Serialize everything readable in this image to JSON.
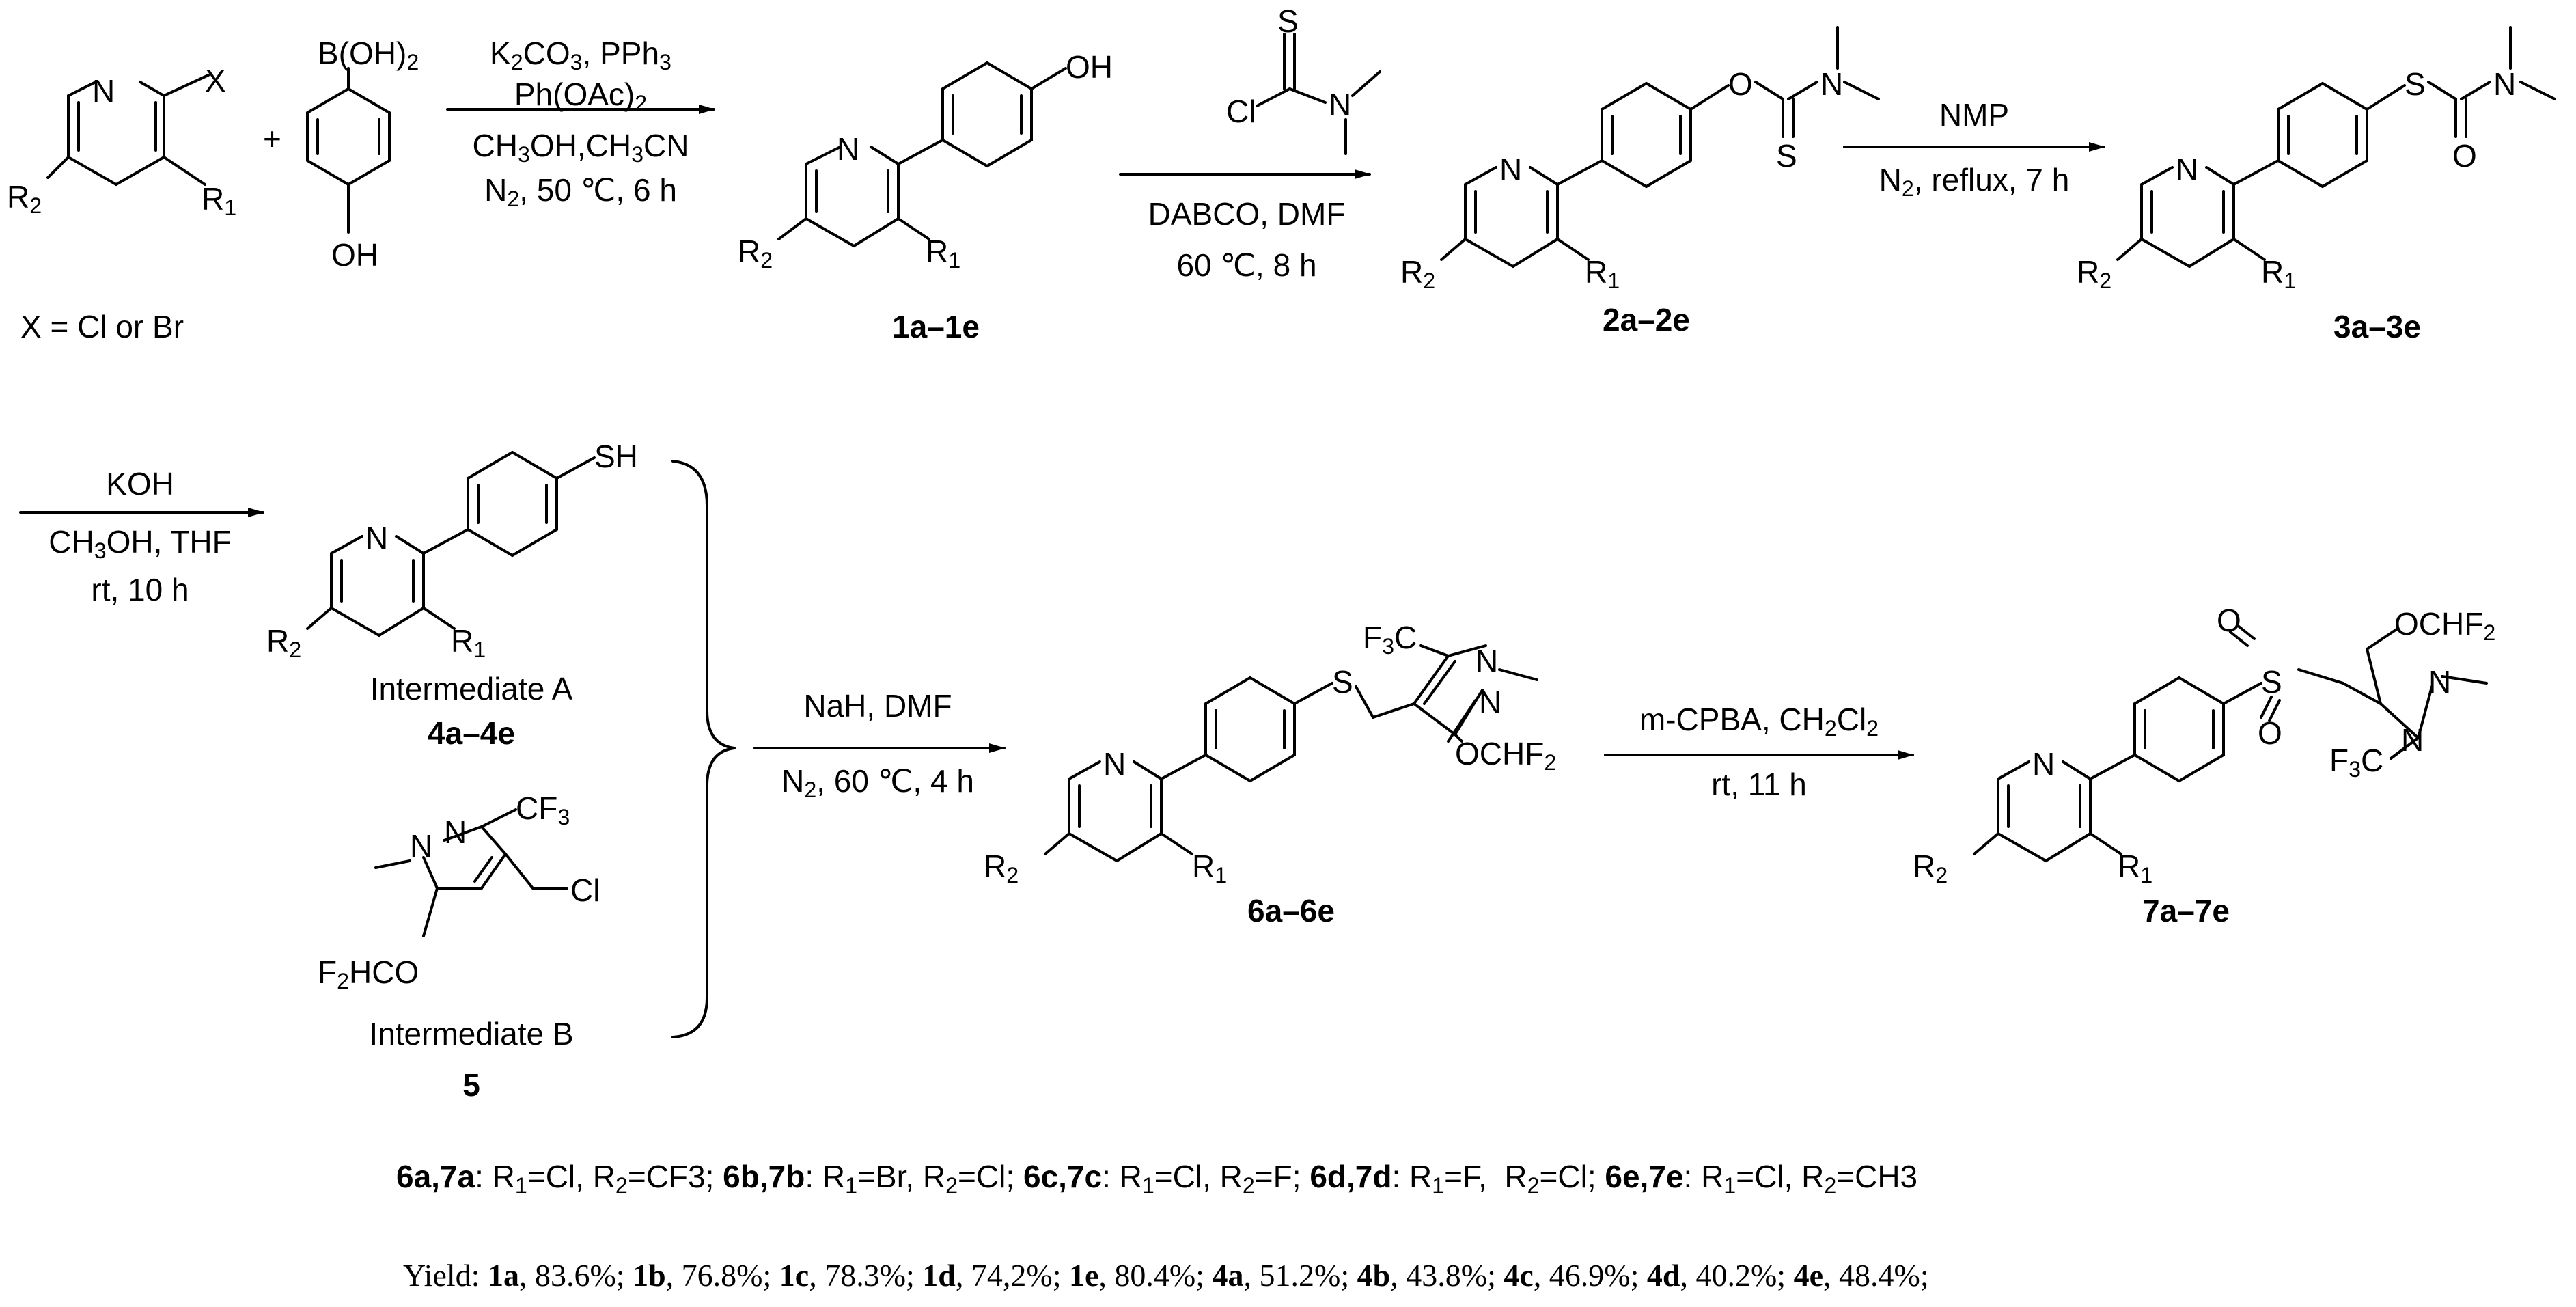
{
  "reactants": {
    "halopyridine_condition": "X = Cl or Br"
  },
  "steps": {
    "s1": {
      "line1": "K2CO3, PPh3",
      "line2": "Ph(OAc)2",
      "line3": "CH3OH,CH3CN",
      "line4": "N2, 50 ℃, 6 h"
    },
    "s2": {
      "line1": "DABCO, DMF",
      "line2": "60 ℃, 8 h"
    },
    "s3": {
      "line1": "NMP",
      "line2": "N2, reflux, 7 h"
    },
    "s4": {
      "line1": "KOH",
      "line2": "CH3OH, THF",
      "line3": "rt, 10 h"
    },
    "s5": {
      "line1": "NaH, DMF",
      "line2": "N2, 60 ℃, 4 h"
    },
    "s6": {
      "line1": "m-CPBA, CH2Cl2",
      "line2": "rt, 11 h"
    }
  },
  "compounds": {
    "c1": "1a–1e",
    "c2": "2a–2e",
    "c3": "3a–3e",
    "c4_name": "Intermediate A",
    "c4": "4a–4e",
    "c5_name": "Intermediate B",
    "c5": "5",
    "c6": "6a–6e",
    "c7": "7a–7e"
  },
  "substituents": [
    {
      "ids": "6a,7a",
      "r1": "Cl",
      "r2": "CF3"
    },
    {
      "ids": "6b,7b",
      "r1": "Br",
      "r2": "Cl"
    },
    {
      "ids": "6c,7c",
      "r1": "Cl",
      "r2": "F"
    },
    {
      "ids": "6d,7d",
      "r1": "F",
      "r2": "Cl"
    },
    {
      "ids": "6e,7e",
      "r1": "Cl",
      "r2": "CH3"
    }
  ],
  "yield_label": "Yield:",
  "yields": [
    {
      "id": "1a",
      "value": "83.6%"
    },
    {
      "id": "1b",
      "value": "76.8%"
    },
    {
      "id": "1c",
      "value": "78.3%"
    },
    {
      "id": "1d",
      "value": "74,2%"
    },
    {
      "id": "1e",
      "value": "80.4%"
    },
    {
      "id": "4a",
      "value": "51.2%"
    },
    {
      "id": "4b",
      "value": "43.8%"
    },
    {
      "id": "4c",
      "value": "46.9%"
    },
    {
      "id": "4d",
      "value": "40.2%"
    },
    {
      "id": "4e",
      "value": "48.4%"
    }
  ]
}
